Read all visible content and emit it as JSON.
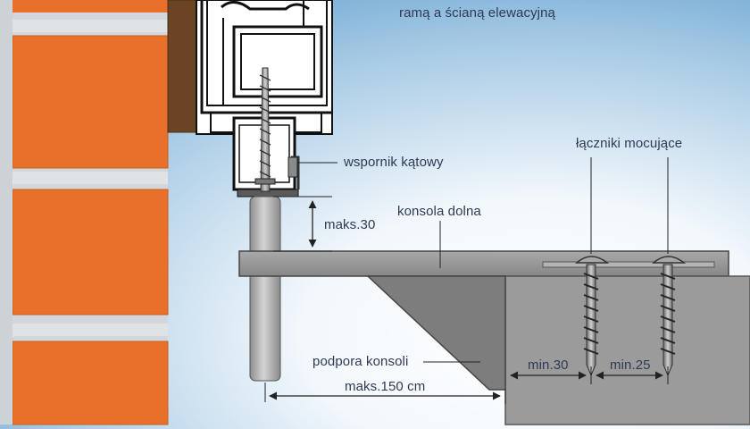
{
  "labels": {
    "top_note": "ramą a ścianą elewacyjną",
    "angle_bracket": "wspornik kątowy",
    "fasteners": "łączniki mocujące",
    "bottom_console": "konsola dolna",
    "max_height": "maks.30",
    "console_support": "podpora konsoli",
    "max_span": "maks.150 cm",
    "min_30": "min.30",
    "min_25": "min.25"
  },
  "colors": {
    "background_top": "#7fb3d8",
    "background_bottom": "#ffffff",
    "brick": "#e8702a",
    "mortar": "#d3d7db",
    "wood": "#6b4423",
    "concrete": "#9b9b9b",
    "console_plate": "#8f8f8f",
    "bracket": "#7a7a7a",
    "steel": "#a9a9a9",
    "line": "#222222",
    "text": "#2f3a55"
  }
}
